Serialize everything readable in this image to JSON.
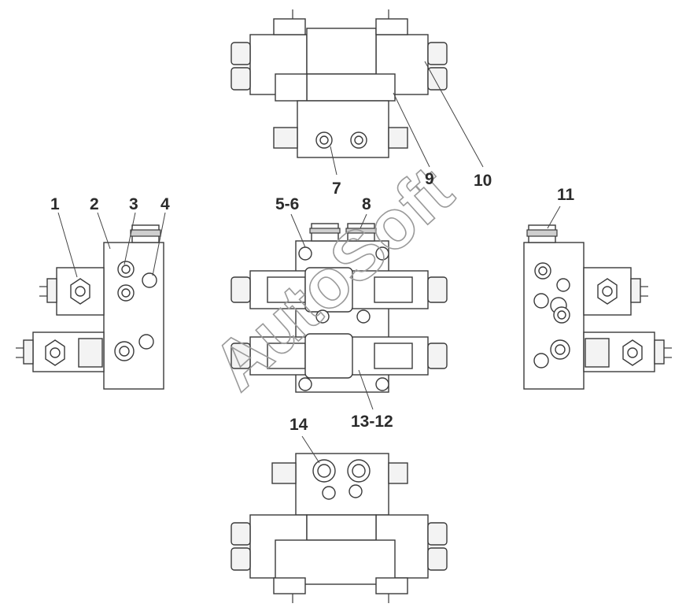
{
  "labels": {
    "l1": "1",
    "l2": "2",
    "l3": "3",
    "l4": "4",
    "l56": "5-6",
    "l7": "7",
    "l8": "8",
    "l9": "9",
    "l10": "10",
    "l11": "11",
    "l1312": "13-12",
    "l14": "14"
  },
  "watermark": "AutoSoft"
}
